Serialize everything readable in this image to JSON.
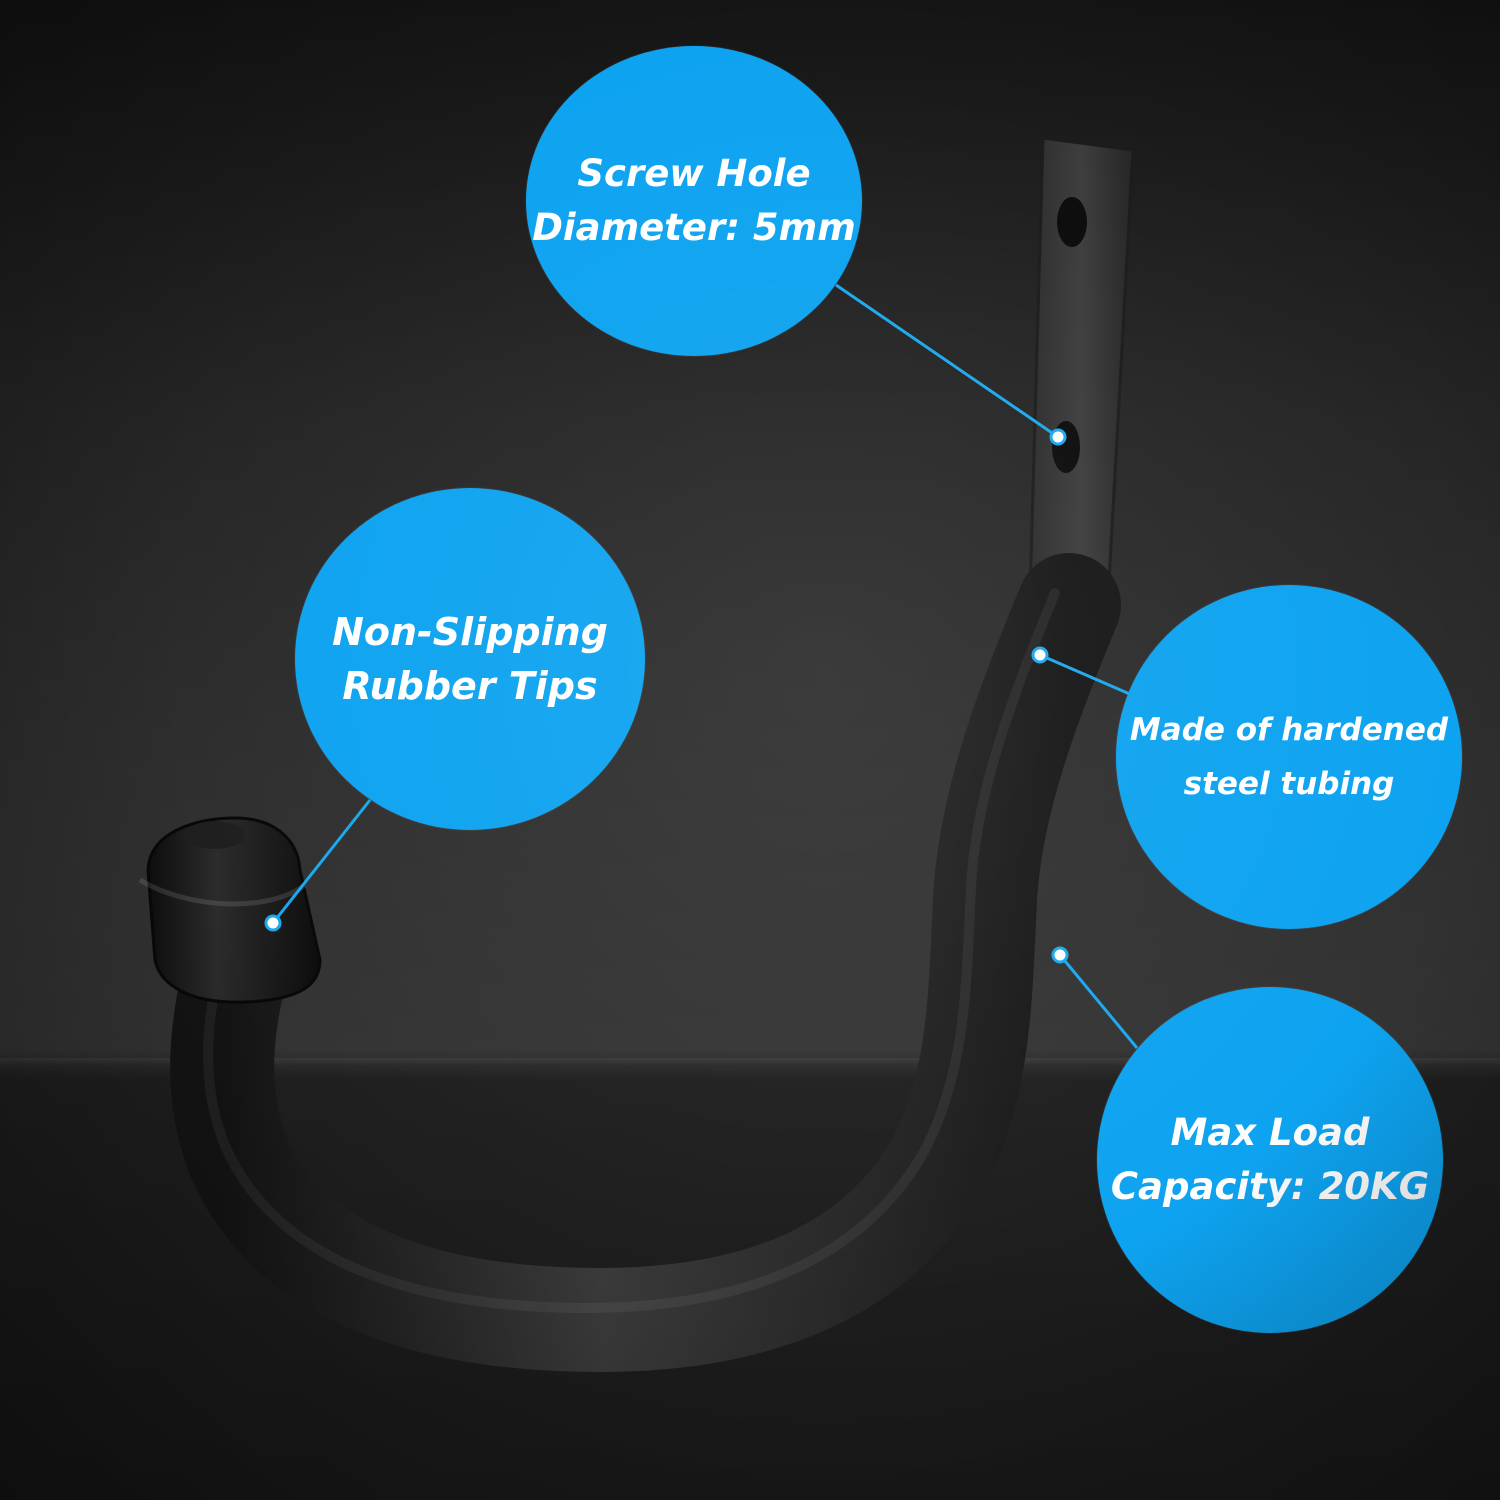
{
  "callouts": {
    "screw_hole": {
      "line1": "Screw Hole",
      "line2": "Diameter: 5mm"
    },
    "rubber_tips": {
      "line1": "Non-Slipping",
      "line2": "Rubber Tips"
    },
    "steel_tubing": {
      "line1": "Made of hardened",
      "line2": "steel tubing"
    },
    "max_load": {
      "line1": "Max Load",
      "line2": "Capacity: 20KG"
    }
  },
  "colors": {
    "callout_fill": "#0ea3f0",
    "callout_text": "#ffffff",
    "leader_line": "#1aa8ee",
    "hook_body": "#222222",
    "background": "#2a2a2a"
  }
}
